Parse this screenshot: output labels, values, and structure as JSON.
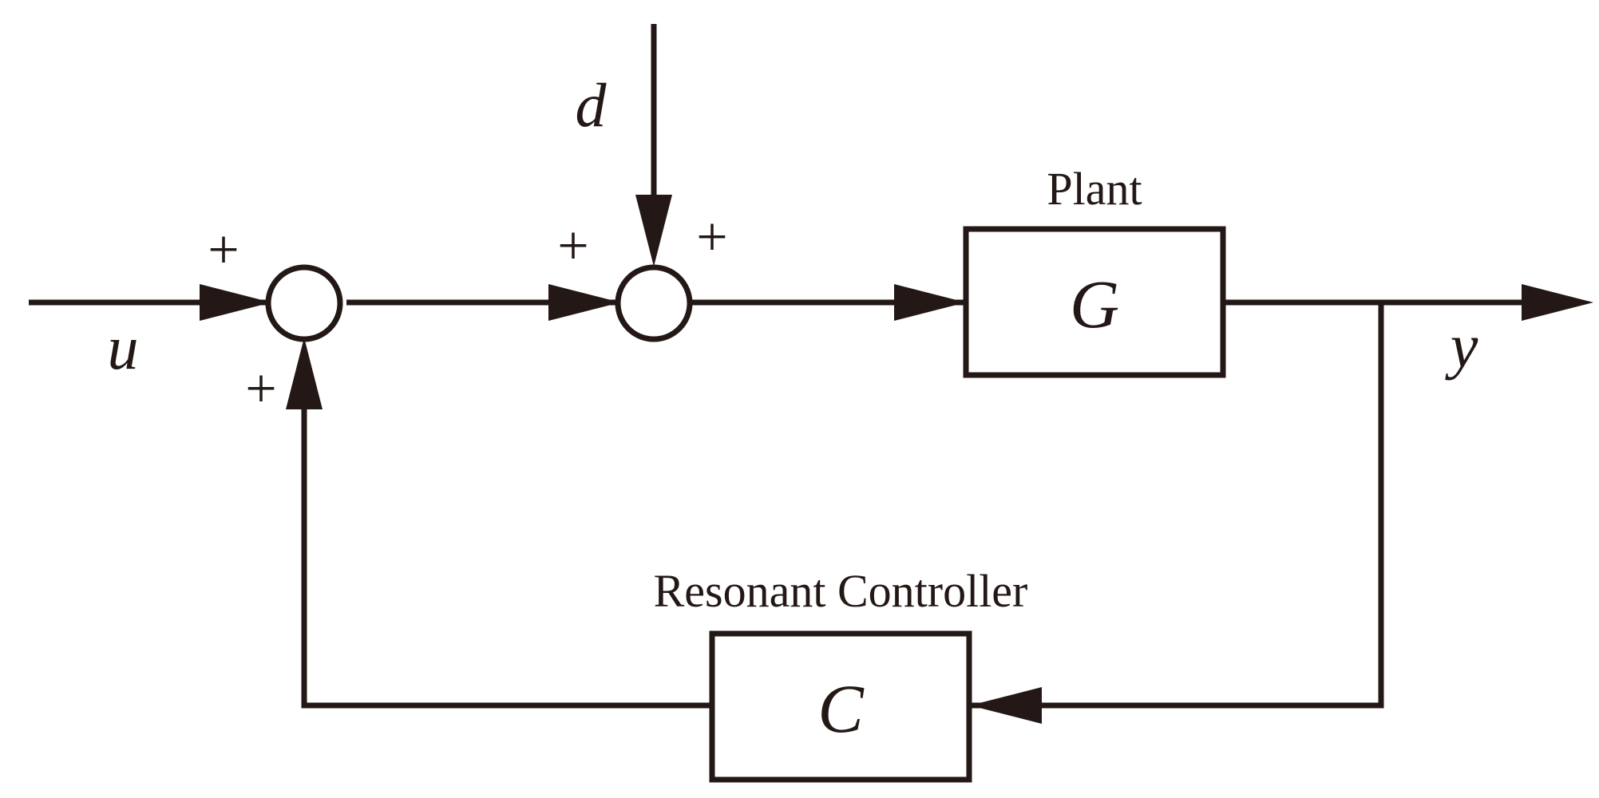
{
  "signals": {
    "input": "u",
    "disturbance": "d",
    "output": "y"
  },
  "blocks": {
    "plant": {
      "caption": "Plant",
      "symbol": "G"
    },
    "controller": {
      "caption": "Resonant Controller",
      "symbol": "C"
    }
  },
  "signs": {
    "sum1_input": "+",
    "sum1_feedback": "+",
    "sum2_input": "+",
    "sum2_disturbance": "+"
  },
  "colors": {
    "ink": "#231816",
    "background": "#ffffff"
  }
}
